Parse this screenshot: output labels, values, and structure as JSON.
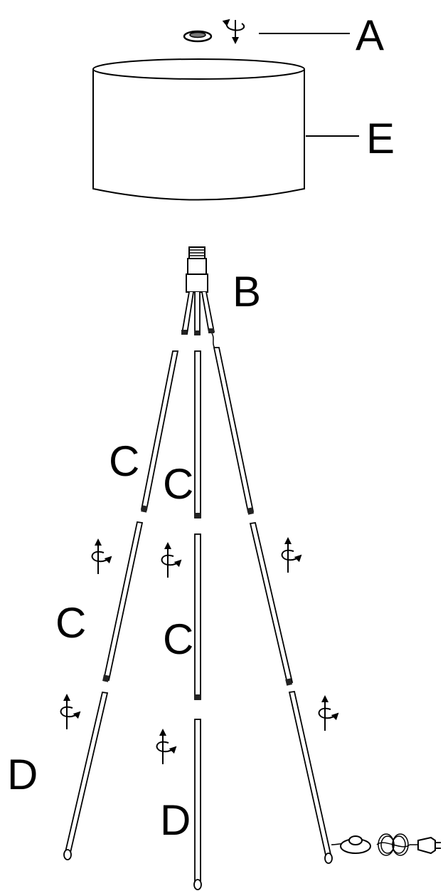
{
  "labels": {
    "A": "A",
    "B": "B",
    "E": "E",
    "C_left_upper": "C",
    "C_mid_upper": "C",
    "C_left_lower": "C",
    "C_mid_lower": "C",
    "D_left": "D",
    "D_mid": "D"
  },
  "colors": {
    "line": "#000000",
    "background": "#ffffff"
  },
  "icons": [
    "rotate-arrow-icon",
    "switch-icon",
    "cable-coil-icon",
    "plug-icon"
  ]
}
